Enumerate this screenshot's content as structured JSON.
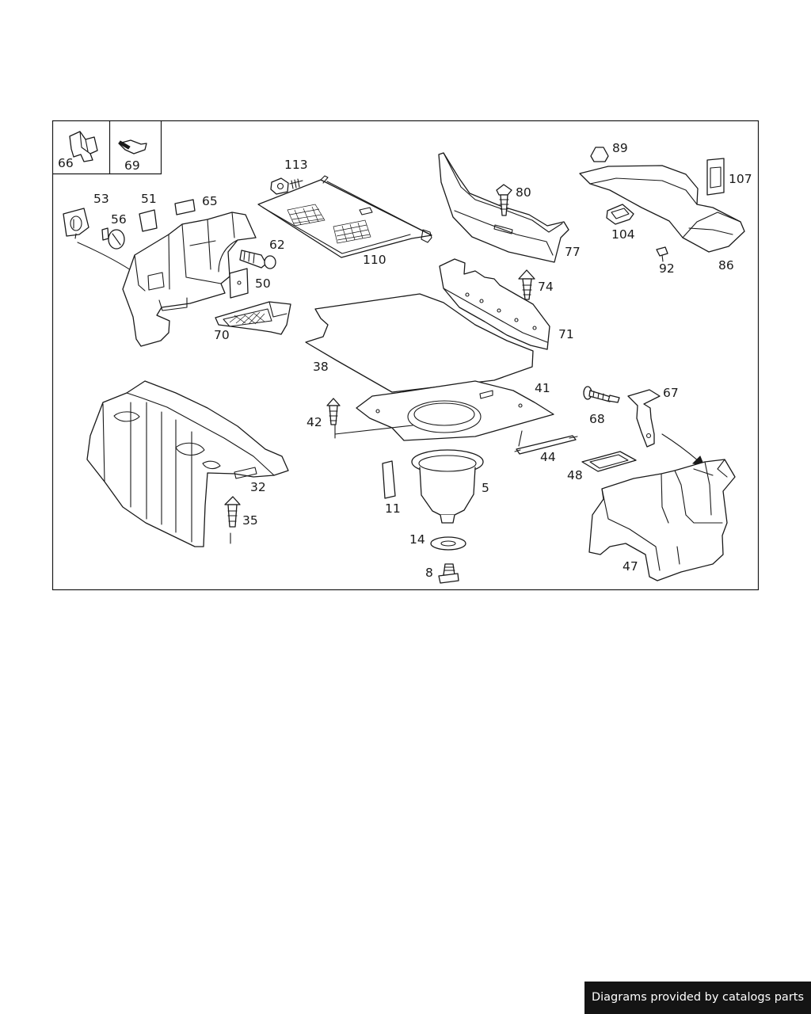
{
  "callouts": {
    "p66": "66",
    "p69": "69",
    "p53": "53",
    "p51": "51",
    "p65": "65",
    "p56": "56",
    "p62": "62",
    "p50": "50",
    "p70": "70",
    "p113": "113",
    "p110": "110",
    "p80": "80",
    "p77": "77",
    "p89": "89",
    "p107": "107",
    "p104": "104",
    "p92": "92",
    "p86": "86",
    "p74": "74",
    "p71": "71",
    "p38": "38",
    "p41": "41",
    "p42": "42",
    "p67": "67",
    "p68": "68",
    "p44": "44",
    "p48": "48",
    "p32": "32",
    "p35": "35",
    "p11": "11",
    "p5": "5",
    "p14": "14",
    "p8": "8",
    "p47": "47"
  },
  "attribution": "Diagrams provided by catalogs parts"
}
